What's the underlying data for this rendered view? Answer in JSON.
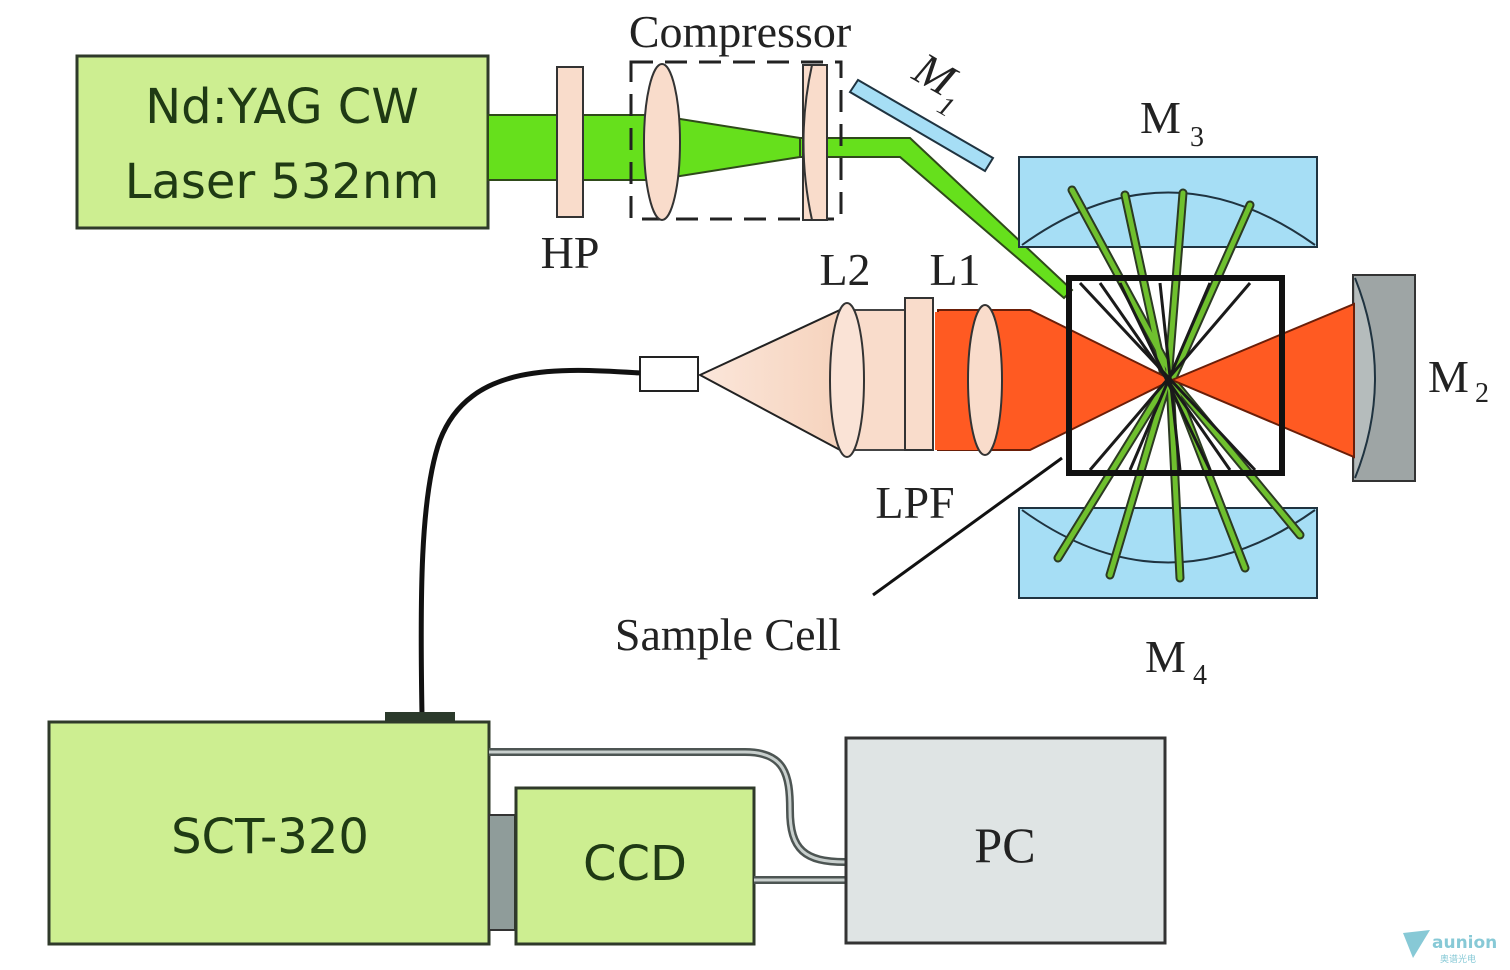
{
  "diagram": {
    "title": "Raman spectroscopy optical setup with multi-pass cavity",
    "components": {
      "laser": {
        "line1": "Nd:YAG CW",
        "line2": "Laser 532nm"
      },
      "half_wave_plate": {
        "label": "HP"
      },
      "compressor": {
        "label": "Compressor"
      },
      "mirror_m1": {
        "label": "M",
        "sub": "1"
      },
      "mirror_m2": {
        "label": "M",
        "sub": "2"
      },
      "mirror_m3": {
        "label": "M",
        "sub": "3"
      },
      "mirror_m4": {
        "label": "M",
        "sub": "4"
      },
      "lens_l1": {
        "label": "L1"
      },
      "lens_l2": {
        "label": "L2"
      },
      "long_pass_filter": {
        "label": "LPF"
      },
      "sample_cell": {
        "label": "Sample Cell"
      },
      "spectrometer": {
        "label": "SCT-320"
      },
      "ccd": {
        "label": "CCD"
      },
      "pc": {
        "label": "PC"
      }
    },
    "watermark": {
      "text": "aunion",
      "subtext": "奥谱光电"
    },
    "colors": {
      "box_green": "#cdee91",
      "laser_green": "#66e01c",
      "beam_green_dark": "#5fa832",
      "raman_red": "#ff5a22",
      "lens_peach": "#f9dccb",
      "mirror_blue": "#a6def5",
      "mirror_gray": "#9ea5a5",
      "pc_gray": "#dfe4e4",
      "cable_gray": "#6e7675"
    }
  }
}
